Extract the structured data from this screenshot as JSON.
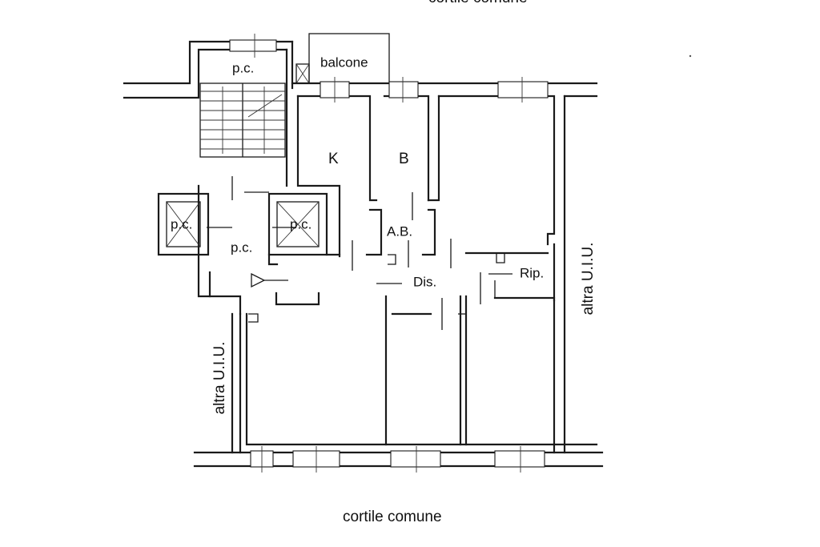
{
  "labels": {
    "courtyard_top": "cortile comune",
    "courtyard_bottom": "cortile comune",
    "balcony": "balcone",
    "stair_top": "p.c.",
    "lift_left": "p.c.",
    "lift_right": "p.c.",
    "landing": "p.c.",
    "kitchen": "K",
    "bathroom": "B",
    "antibath": "A.B.",
    "hall": "Dis.",
    "storage": "Rip.",
    "other_unit_left": "altra U.I.U.",
    "other_unit_right": "altra U.I.U."
  }
}
